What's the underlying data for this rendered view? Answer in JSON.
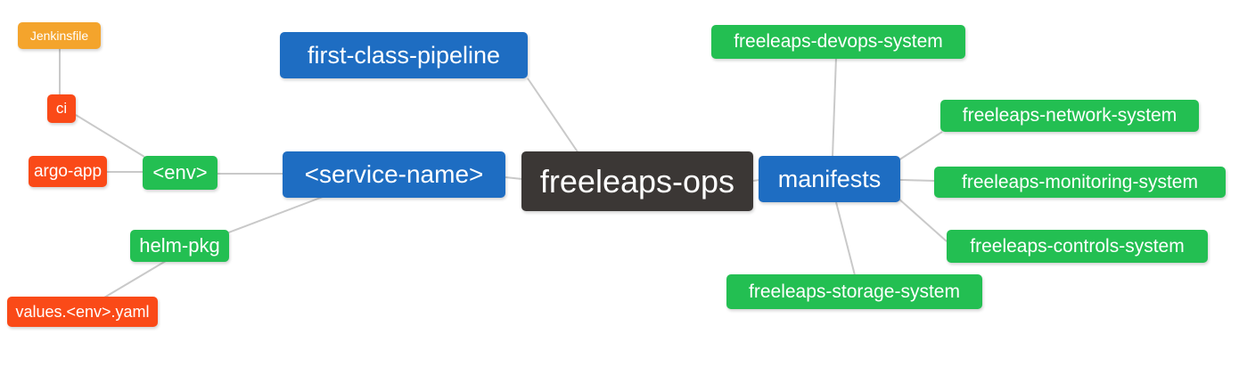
{
  "diagram": {
    "type": "mindmap",
    "root_id": "freeleaps-ops",
    "palette": {
      "blue": "#1e6dc2",
      "green": "#23bf52",
      "red": "#fa4a18",
      "orange": "#f4a42c",
      "dark": "#3b3735",
      "edge": "#c9c9c9",
      "background": "#ffffff",
      "text": "#ffffff"
    },
    "nodes": [
      {
        "id": "jenkinsfile",
        "label": "Jenkinsfile",
        "color": "orange"
      },
      {
        "id": "ci",
        "label": "ci",
        "color": "red"
      },
      {
        "id": "argo-app",
        "label": "argo-app",
        "color": "red"
      },
      {
        "id": "env",
        "label": "<env>",
        "color": "green"
      },
      {
        "id": "first-class-pipeline",
        "label": "first-class-pipeline",
        "color": "blue"
      },
      {
        "id": "service-name",
        "label": "<service-name>",
        "color": "blue"
      },
      {
        "id": "freeleaps-ops",
        "label": "freeleaps-ops",
        "color": "dark"
      },
      {
        "id": "manifests",
        "label": "manifests",
        "color": "blue"
      },
      {
        "id": "helm-pkg",
        "label": "helm-pkg",
        "color": "green"
      },
      {
        "id": "values-env-yaml",
        "label": "values.<env>.yaml",
        "color": "red"
      },
      {
        "id": "freeleaps-devops-system",
        "label": "freeleaps-devops-system",
        "color": "green"
      },
      {
        "id": "freeleaps-network-system",
        "label": "freeleaps-network-system",
        "color": "green"
      },
      {
        "id": "freeleaps-monitoring-system",
        "label": "freeleaps-monitoring-system",
        "color": "green"
      },
      {
        "id": "freeleaps-controls-system",
        "label": "freeleaps-controls-system",
        "color": "green"
      },
      {
        "id": "freeleaps-storage-system",
        "label": "freeleaps-storage-system",
        "color": "green"
      }
    ],
    "edges": [
      {
        "from": "jenkinsfile",
        "to": "ci"
      },
      {
        "from": "ci",
        "to": "env"
      },
      {
        "from": "argo-app",
        "to": "env"
      },
      {
        "from": "env",
        "to": "service-name"
      },
      {
        "from": "service-name",
        "to": "helm-pkg"
      },
      {
        "from": "helm-pkg",
        "to": "values-env-yaml"
      },
      {
        "from": "service-name",
        "to": "freeleaps-ops"
      },
      {
        "from": "first-class-pipeline",
        "to": "freeleaps-ops"
      },
      {
        "from": "freeleaps-ops",
        "to": "manifests"
      },
      {
        "from": "manifests",
        "to": "freeleaps-devops-system"
      },
      {
        "from": "manifests",
        "to": "freeleaps-network-system"
      },
      {
        "from": "manifests",
        "to": "freeleaps-monitoring-system"
      },
      {
        "from": "manifests",
        "to": "freeleaps-controls-system"
      },
      {
        "from": "manifests",
        "to": "freeleaps-storage-system"
      }
    ]
  }
}
